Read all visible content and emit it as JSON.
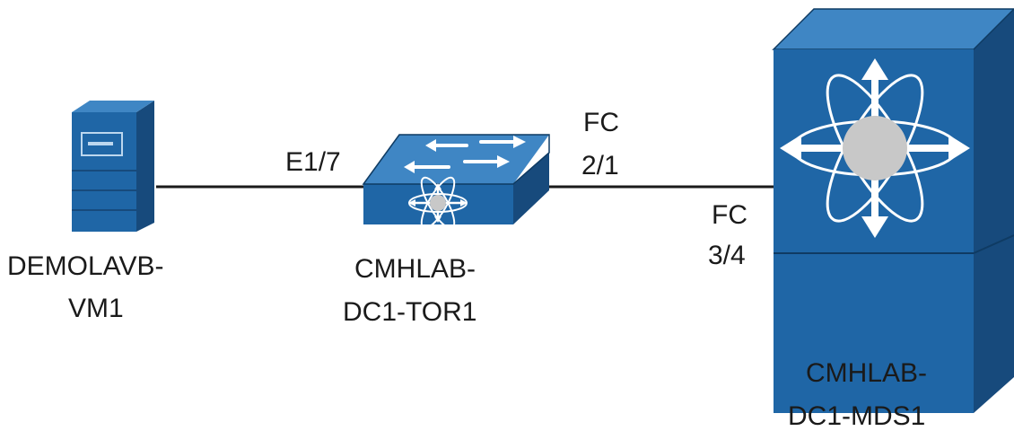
{
  "colors": {
    "device_blue": "#1f66a6",
    "device_light": "#3f86c4",
    "device_dark": "#174a7c",
    "edge_dark": "#0f3b63",
    "link_line": "#1a1a1a",
    "hub_gray": "#c8c8c8",
    "label_text": "#1a1a1a"
  },
  "nodes": {
    "server": {
      "name_line1": "DEMOLAVB-",
      "name_line2": "VM1",
      "icon": "server-tower-icon"
    },
    "tor_switch": {
      "name_line1": "CMHLAB-",
      "name_line2": "DC1-TOR1",
      "icon": "multilayer-switch-icon"
    },
    "mds_switch": {
      "name_line1": "CMHLAB-",
      "name_line2": "DC1-MDS1",
      "icon": "mds-director-switch-icon"
    }
  },
  "links": [
    {
      "from": "DEMOLAVB-VM1",
      "to": "CMHLAB-DC1-TOR1",
      "port": "E1/7"
    },
    {
      "from": "CMHLAB-DC1-TOR1",
      "to": "CMHLAB-DC1-MDS1",
      "port_a_line1": "FC",
      "port_a_line2": "2/1",
      "port_b_line1": "FC",
      "port_b_line2": "3/4"
    }
  ]
}
